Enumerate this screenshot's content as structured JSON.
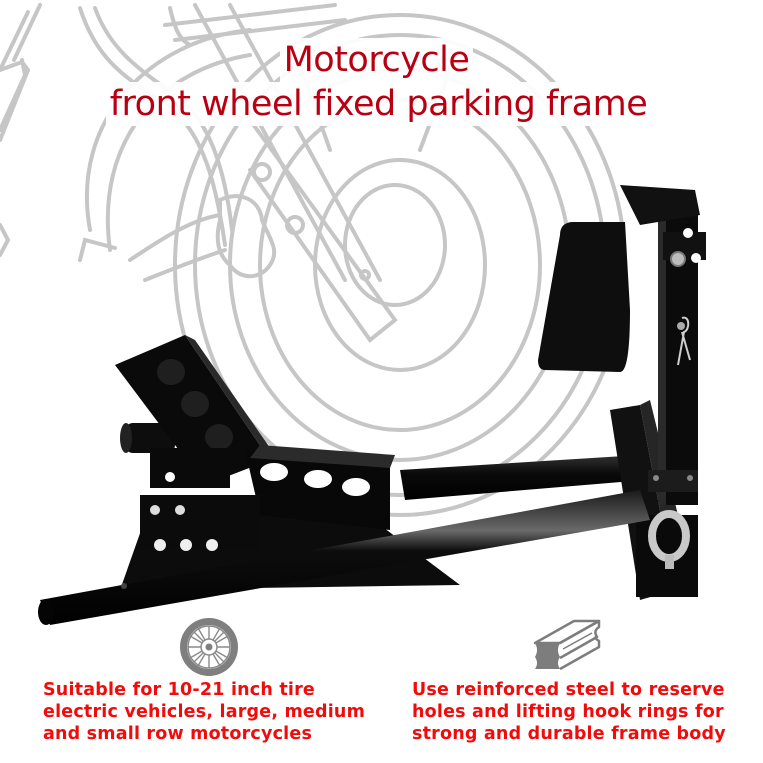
{
  "header": {
    "title_line1": "Motorcycle",
    "title_line2": "front wheel fixed parking frame"
  },
  "product": {
    "name": "motorcycle front wheel chock stand",
    "color": "#0a0a0a",
    "background_illustration": "motorcycle-front-wheel-line-drawing"
  },
  "features": [
    {
      "icon": "wheel-icon",
      "lines": [
        "Suitable for 10-21 inch tire",
        "electric vehicles, large, medium",
        "and small row motorcycles"
      ]
    },
    {
      "icon": "steel-beam-icon",
      "lines": [
        "Use reinforced steel to reserve",
        "holes and lifting hook rings for",
        "strong and durable frame body"
      ]
    }
  ],
  "colors": {
    "title": "#b80012",
    "feature_text": "#f20b0b",
    "drawing_lines": "#c4c4c4",
    "icon_gray": "#808080",
    "background": "#ffffff"
  }
}
